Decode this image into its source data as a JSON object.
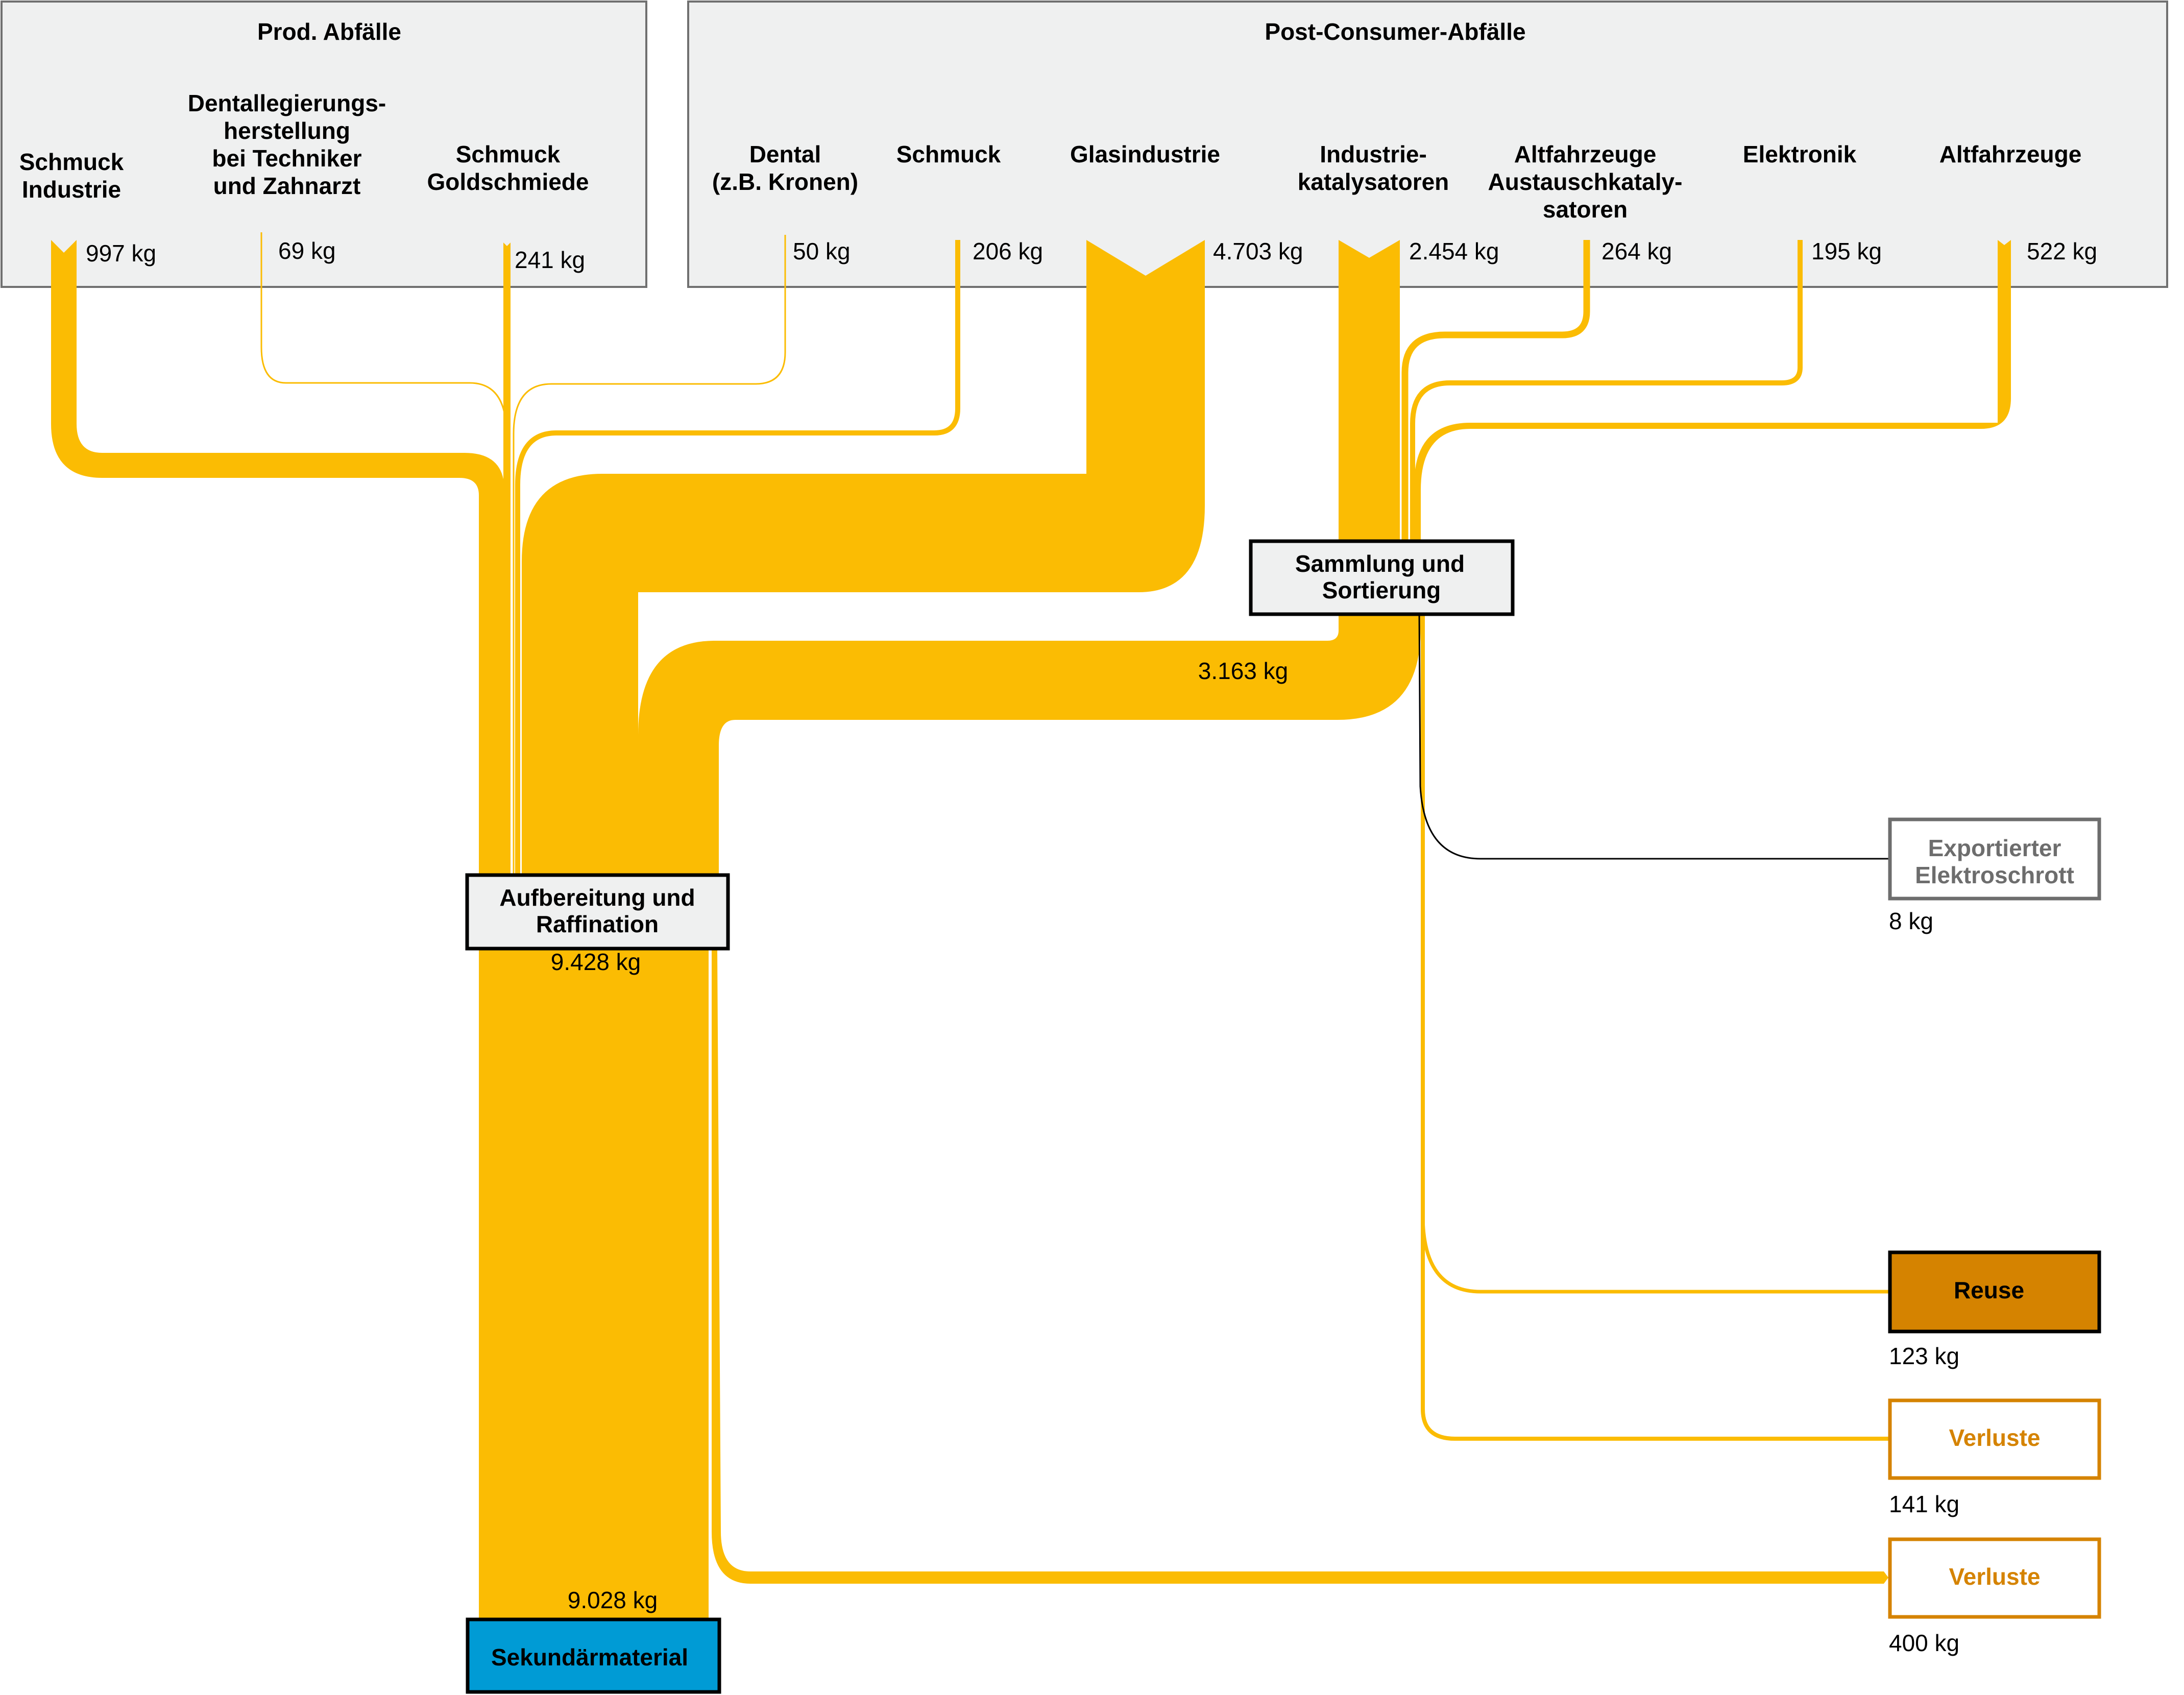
{
  "groups": {
    "prod": {
      "title": "Prod. Abfälle"
    },
    "post": {
      "title": "Post-Consumer-Abfälle"
    }
  },
  "sources": [
    {
      "id": "schmuck_industrie",
      "lines": [
        "Schmuck",
        "Industrie"
      ],
      "value": "997 kg"
    },
    {
      "id": "dental_herst",
      "lines": [
        "Dentallegierungs-",
        "herstellung",
        "bei Techniker",
        "und Zahnarzt"
      ],
      "value": "69 kg"
    },
    {
      "id": "schmuck_gold",
      "lines": [
        "Schmuck",
        "Goldschmiede"
      ],
      "value": "241 kg"
    },
    {
      "id": "dental_kronen",
      "lines": [
        "Dental",
        "(z.B. Kronen)"
      ],
      "value": "50 kg"
    },
    {
      "id": "schmuck_pc",
      "lines": [
        "Schmuck"
      ],
      "value": "206 kg"
    },
    {
      "id": "glas",
      "lines": [
        "Glasindustrie"
      ],
      "value": "4.703 kg"
    },
    {
      "id": "industriekat",
      "lines": [
        "Industrie-",
        "katalysatoren"
      ],
      "value": "2.454 kg"
    },
    {
      "id": "altfz_kat",
      "lines": [
        "Altfahrzeuge",
        "Austauschkataly-",
        "satoren"
      ],
      "value": "264 kg"
    },
    {
      "id": "elektronik",
      "lines": [
        "Elektronik"
      ],
      "value": "195 kg"
    },
    {
      "id": "altfz",
      "lines": [
        "Altfahrzeuge"
      ],
      "value": "522 kg"
    }
  ],
  "nodes": {
    "sammlung": {
      "lines": [
        "Sammlung und",
        "Sortierung"
      ],
      "value": "3.163 kg"
    },
    "aufbereitung": {
      "lines": [
        "Aufbereitung und",
        "Raffination"
      ],
      "value": "9.428 kg"
    },
    "sekundaer": {
      "label": "Sekundärmaterial",
      "value": "9.028 kg"
    },
    "export": {
      "lines": [
        "Exportierter",
        "Elektroschrott"
      ],
      "value": "8 kg"
    },
    "reuse": {
      "label": "Reuse",
      "value": "123 kg"
    },
    "verluste1": {
      "label": "Verluste",
      "value": "141 kg"
    },
    "verluste2": {
      "label": "Verluste",
      "value": "400 kg"
    }
  },
  "colors": {
    "flow": "#FBBC03",
    "box_fill": "#EFF0F0",
    "group_border": "#707070",
    "sekundaer": "#009BD5",
    "reuse": "#D58300",
    "verluste": "#D58300",
    "export_gray": "#6D6D6D"
  },
  "chart_data": {
    "type": "sankey",
    "unit": "kg",
    "flows": [
      {
        "from": "Schmuck Industrie",
        "to": "Aufbereitung und Raffination",
        "value": 997
      },
      {
        "from": "Dentallegierungsherstellung bei Techniker und Zahnarzt",
        "to": "Aufbereitung und Raffination",
        "value": 69
      },
      {
        "from": "Schmuck Goldschmiede",
        "to": "Aufbereitung und Raffination",
        "value": 241
      },
      {
        "from": "Dental (z.B. Kronen)",
        "to": "Aufbereitung und Raffination",
        "value": 50
      },
      {
        "from": "Schmuck",
        "to": "Aufbereitung und Raffination",
        "value": 206
      },
      {
        "from": "Glasindustrie",
        "to": "Aufbereitung und Raffination",
        "value": 4703
      },
      {
        "from": "Industriekatalysatoren",
        "to": "Sammlung und Sortierung",
        "value": 2454
      },
      {
        "from": "Altfahrzeuge Austauschkatalysatoren",
        "to": "Sammlung und Sortierung",
        "value": 264
      },
      {
        "from": "Elektronik",
        "to": "Sammlung und Sortierung",
        "value": 195
      },
      {
        "from": "Altfahrzeuge",
        "to": "Sammlung und Sortierung",
        "value": 522
      },
      {
        "from": "Sammlung und Sortierung",
        "to": "Aufbereitung und Raffination",
        "value": 3163
      },
      {
        "from": "Sammlung und Sortierung",
        "to": "Exportierter Elektroschrott",
        "value": 8
      },
      {
        "from": "Sammlung und Sortierung",
        "to": "Reuse",
        "value": 123
      },
      {
        "from": "Sammlung und Sortierung",
        "to": "Verluste",
        "value": 141
      },
      {
        "from": "Aufbereitung und Raffination",
        "to": "Sekundärmaterial",
        "value": 9028
      },
      {
        "from": "Aufbereitung und Raffination",
        "to": "Verluste",
        "value": 400
      }
    ],
    "node_totals": {
      "Aufbereitung und Raffination": 9428,
      "Sammlung und Sortierung": 3163,
      "Sekundärmaterial": 9028
    },
    "groups": [
      "Prod. Abfälle",
      "Post-Consumer-Abfälle"
    ]
  }
}
